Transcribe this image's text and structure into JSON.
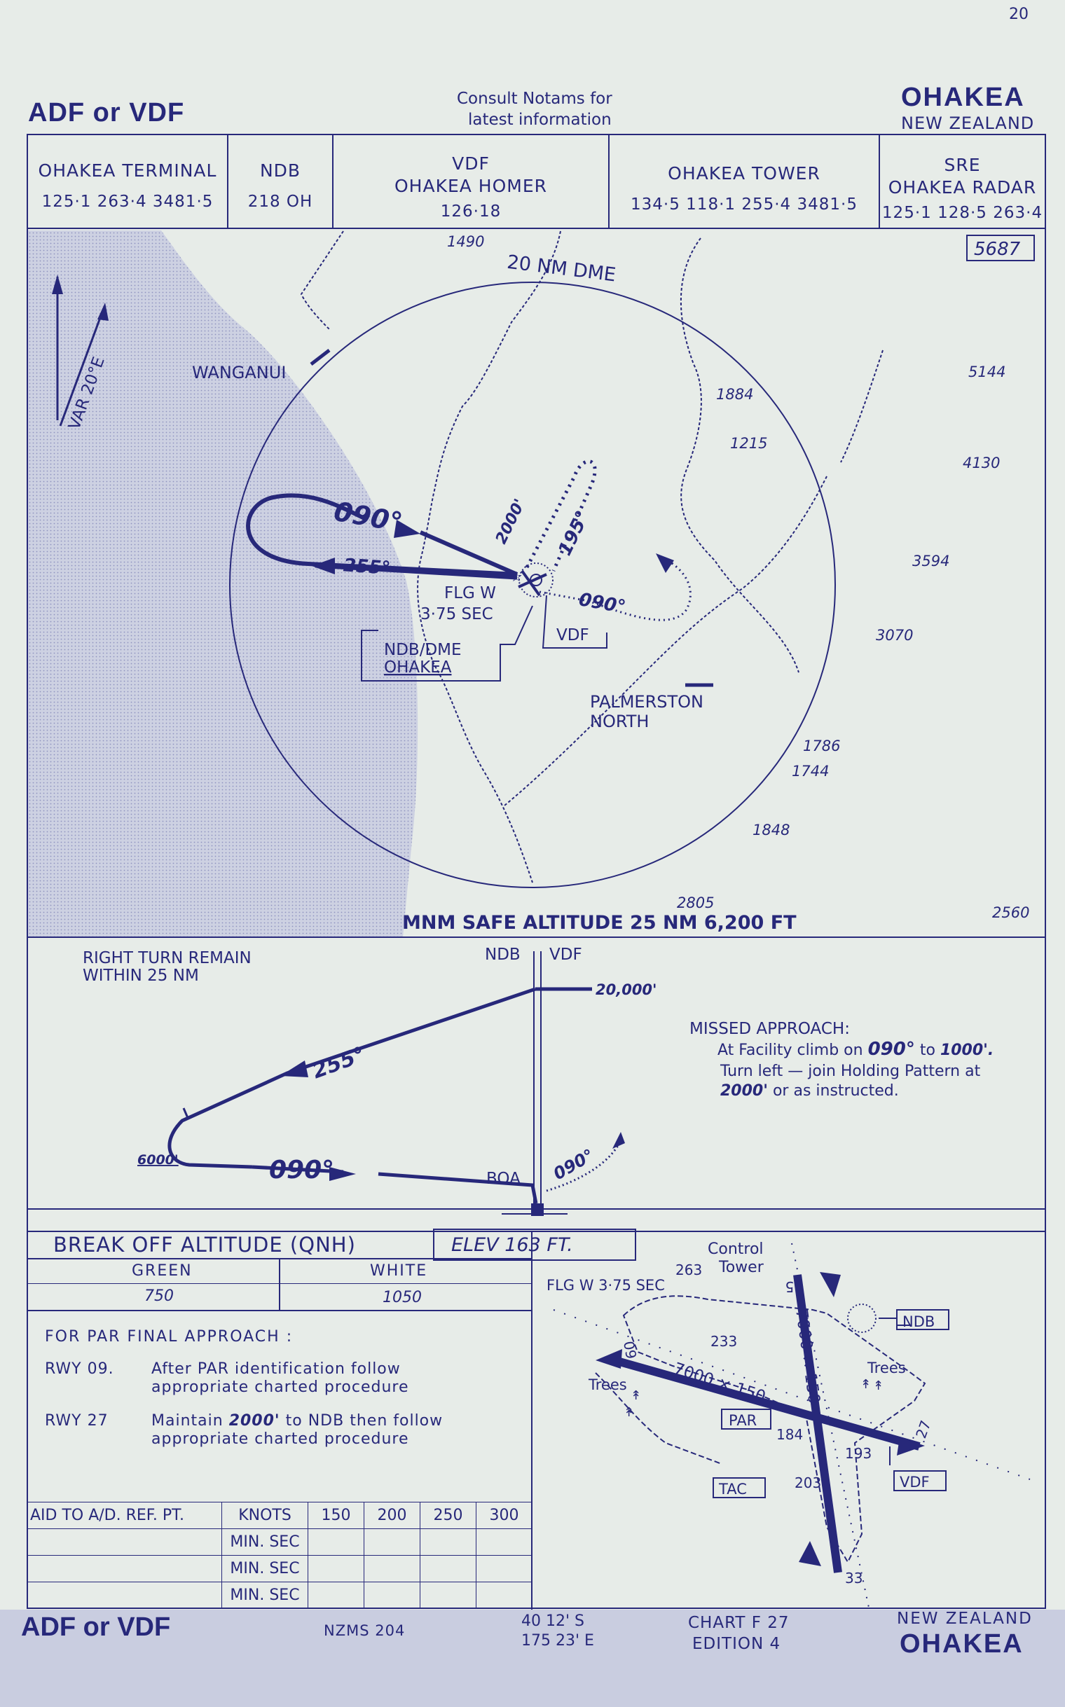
{
  "page_number": "20",
  "header": {
    "procedure": "ADF or VDF",
    "notice_line1": "Consult Notams for",
    "notice_line2": "latest information",
    "airport": "OHAKEA",
    "country": "NEW ZEALAND"
  },
  "frequencies": [
    {
      "name": "OHAKEA TERMINAL",
      "freq": "125·1   263·4   3481·5"
    },
    {
      "name": "NDB",
      "freq": "218  OH"
    },
    {
      "name_line1": "VDF",
      "name_line2": "OHAKEA  HOMER",
      "freq": "126·18"
    },
    {
      "name": "OHAKEA  TOWER",
      "freq": "134·5  118·1  255·4  3481·5"
    },
    {
      "name_line1": "SRE",
      "name_line2": "OHAKEA  RADAR",
      "freq": "125·1   128·5  263·4"
    }
  ],
  "plan": {
    "dme_ring": "20 NM DME",
    "variation": "VAR 20°E",
    "town_wanganui": "WANGANUI",
    "town_palmerston_1": "PALMERSTON",
    "town_palmerston_2": "NORTH",
    "flg": "FLG W",
    "flg_sec": "3·75 SEC",
    "ndb_dme_1": "NDB/DME",
    "ndb_dme_2": "OHAKEA",
    "vdf_box": "VDF",
    "inbound": "090°",
    "outbound": "255°",
    "missed_hdg": "090°",
    "hold_alt": "2000'",
    "hold_hdg": "195°",
    "msa_box": "5687",
    "msa": "MNM SAFE ALTITUDE 25 NM  6,200 FT",
    "spot_heights": {
      "h1490": "1490",
      "h1884": "1884",
      "h1215": "1215",
      "h5144": "5144",
      "h4130": "4130",
      "h3594": "3594",
      "h3070": "3070",
      "h1786": "1786",
      "h1744": "1744",
      "h1848": "1848",
      "h2805": "2805",
      "h2560": "2560"
    }
  },
  "profile": {
    "instruction_1": "RIGHT TURN REMAIN",
    "instruction_2": "WITHIN  25   NM",
    "ndb": "NDB",
    "vdf": "VDF",
    "alt_high": "20,000'",
    "alt_low": "6000'",
    "outbound": "255°",
    "inbound": "090°",
    "missed": "090°",
    "boa": "BOA",
    "missed_title": "MISSED APPROACH:",
    "missed_1a": "At Facility climb on ",
    "missed_1b": "090°",
    "missed_1c": " to ",
    "missed_1d": "1000'.",
    "missed_2": "Turn left — join Holding Pattern at",
    "missed_3a": "2000'",
    "missed_3b": " or as instructed."
  },
  "boa_section": {
    "title": "BREAK OFF ALTITUDE (QNH)",
    "elev": "ELEV    163   FT.",
    "col_green": "GREEN",
    "col_white": "WHITE",
    "val_green": "750",
    "val_white": "1050",
    "par_title": "FOR PAR FINAL APPROACH :",
    "rwy09": "RWY   09.",
    "rwy09_text_1": "After  PAR  identification  follow",
    "rwy09_text_2": "appropriate  charted  procedure",
    "rwy27": "RWY   27",
    "rwy27_text_1a": "Maintain ",
    "rwy27_text_1b": "2000'",
    "rwy27_text_1c": " to  NDB  then  follow",
    "rwy27_text_2": "appropriate  charted  procedure"
  },
  "timing_table": {
    "label": "AID TO A/D. REF. PT.",
    "knots_label": "KNOTS",
    "speeds": [
      "150",
      "200",
      "250",
      "300"
    ],
    "rows": [
      "MIN. SEC",
      "MIN. SEC",
      "MIN. SEC"
    ]
  },
  "aerodrome": {
    "control_tower_1": "Control",
    "control_tower_2": "Tower",
    "flg": "FLG  W  3·75 SEC",
    "h263": "263",
    "h233": "233",
    "h184": "184",
    "h193": "193",
    "h203": "203",
    "ndb": "NDB",
    "vdf": "VDF",
    "par": "PAR",
    "tac": "TAC",
    "trees_left": "Trees",
    "trees_right": "Trees",
    "rwy_09": "09",
    "rwy_27": "27",
    "rwy_15": "15",
    "rwy_33": "33",
    "rwy_main": "7000 × 150",
    "rwy_cross": "7000 × 150"
  },
  "footer": {
    "procedure": "ADF or VDF",
    "map_ref": "NZMS 204",
    "lat": "40 12' S",
    "lon": "175 23' E",
    "chart": "CHART F 27",
    "edition": "EDITION 4",
    "country": "NEW ZEALAND",
    "airport": "OHAKEA"
  },
  "colors": {
    "ink": "#27287a",
    "paper": "#e7ece8",
    "sea": "#c9cde0"
  }
}
